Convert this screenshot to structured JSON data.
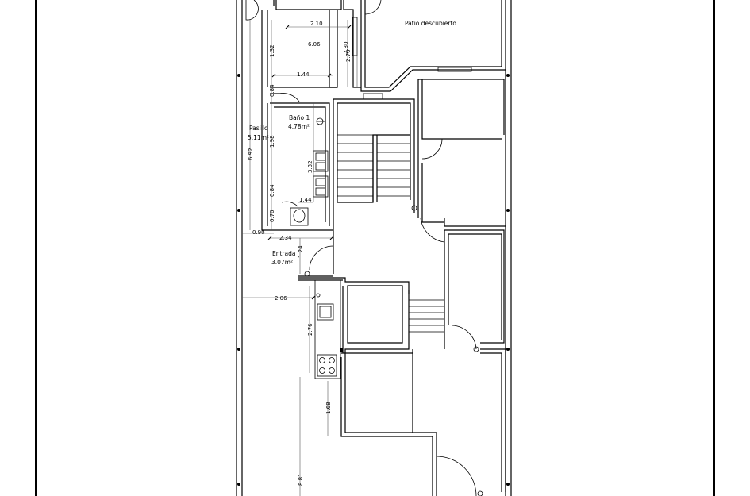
{
  "rooms": {
    "patio": "Patio descubierto",
    "pasillo_name": "Pasillo",
    "pasillo_area": "5.11m²",
    "bano_name": "Baño 1",
    "bano_area": "4.78m²",
    "entrada_name": "Entrada",
    "entrada_area": "3.07m²"
  },
  "dimensions": {
    "d_2_10": "2.10",
    "d_6_06": "6.06",
    "d_2_70": "2.70",
    "d_2_30": "2.30",
    "d_1_32": "1.32",
    "d_1_44_top": "1.44",
    "d_0_84_top": "0.84",
    "d_6_92": "6.92",
    "d_1_98": "1.98",
    "d_3_32": "3.32",
    "d_0_84_bottom": "0.84",
    "d_1_44_bottom": "1.44",
    "d_0_70": "0.70",
    "d_0_90": "0.90",
    "d_2_34": "2.34",
    "d_1_24": "1.24",
    "d_2_06": "2.06",
    "d_2_76": "2.76",
    "d_1_68": "1.68",
    "d_8_81": "8.81"
  }
}
